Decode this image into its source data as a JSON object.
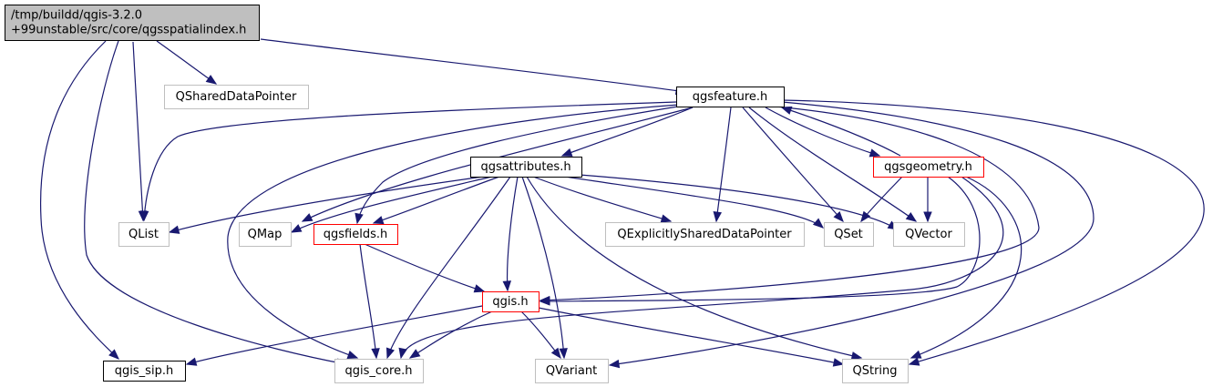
{
  "colors": {
    "edge": "#191970",
    "root_fill": "#bfbfbf",
    "node_default_border": "#000000",
    "node_external_border": "#bfbfbf",
    "node_truncated_border": "#ff0000",
    "background": "#ffffff"
  },
  "nodes": [
    {
      "id": "root",
      "lines": [
        "/tmp/buildd/qgis-3.2.0",
        "+99unstable/src/core/qgsspatialindex.h"
      ],
      "style": "root"
    },
    {
      "id": "qsharedpointer",
      "lines": [
        "QSharedDataPointer"
      ],
      "style": "external"
    },
    {
      "id": "qgsfeature",
      "lines": [
        "qgsfeature.h"
      ],
      "style": "default"
    },
    {
      "id": "qgsattributes",
      "lines": [
        "qgsattributes.h"
      ],
      "style": "default"
    },
    {
      "id": "qgsgeometry",
      "lines": [
        "qgsgeometry.h"
      ],
      "style": "truncated"
    },
    {
      "id": "qlist",
      "lines": [
        "QList"
      ],
      "style": "external"
    },
    {
      "id": "qmap",
      "lines": [
        "QMap"
      ],
      "style": "external"
    },
    {
      "id": "qgsfields",
      "lines": [
        "qgsfields.h"
      ],
      "style": "truncated"
    },
    {
      "id": "qexplicit",
      "lines": [
        "QExplicitlySharedDataPointer"
      ],
      "style": "external"
    },
    {
      "id": "qset",
      "lines": [
        "QSet"
      ],
      "style": "external"
    },
    {
      "id": "qvector",
      "lines": [
        "QVector"
      ],
      "style": "external"
    },
    {
      "id": "qgis",
      "lines": [
        "qgis.h"
      ],
      "style": "truncated"
    },
    {
      "id": "qgissip",
      "lines": [
        "qgis_sip.h"
      ],
      "style": "default"
    },
    {
      "id": "qgiscore",
      "lines": [
        "qgis_core.h"
      ],
      "style": "external"
    },
    {
      "id": "qvariant",
      "lines": [
        "QVariant"
      ],
      "style": "external"
    },
    {
      "id": "qstring",
      "lines": [
        "QString"
      ],
      "style": "external"
    }
  ],
  "edges": [
    [
      "root",
      "qsharedpointer"
    ],
    [
      "root",
      "qgsfeature"
    ],
    [
      "root",
      "qlist"
    ],
    [
      "root",
      "qgissip"
    ],
    [
      "root",
      "qgiscore"
    ],
    [
      "qgsfeature",
      "qgsattributes"
    ],
    [
      "qgsfeature",
      "qgsgeometry"
    ],
    [
      "qgsfeature",
      "qlist"
    ],
    [
      "qgsfeature",
      "qmap"
    ],
    [
      "qgsfeature",
      "qgsfields"
    ],
    [
      "qgsfeature",
      "qexplicit"
    ],
    [
      "qgsfeature",
      "qset"
    ],
    [
      "qgsfeature",
      "qvector"
    ],
    [
      "qgsfeature",
      "qgis"
    ],
    [
      "qgsfeature",
      "qgiscore"
    ],
    [
      "qgsfeature",
      "qvariant"
    ],
    [
      "qgsfeature",
      "qstring"
    ],
    [
      "qgsgeometry",
      "qgsfeature"
    ],
    [
      "qgsgeometry",
      "qset"
    ],
    [
      "qgsgeometry",
      "qvector"
    ],
    [
      "qgsgeometry",
      "qgis"
    ],
    [
      "qgsgeometry",
      "qgiscore"
    ],
    [
      "qgsgeometry",
      "qstring"
    ],
    [
      "qgsattributes",
      "qlist"
    ],
    [
      "qgsattributes",
      "qmap"
    ],
    [
      "qgsattributes",
      "qgsfields"
    ],
    [
      "qgsattributes",
      "qexplicit"
    ],
    [
      "qgsattributes",
      "qset"
    ],
    [
      "qgsattributes",
      "qvector"
    ],
    [
      "qgsattributes",
      "qgis"
    ],
    [
      "qgsattributes",
      "qgiscore"
    ],
    [
      "qgsattributes",
      "qvariant"
    ],
    [
      "qgsattributes",
      "qstring"
    ],
    [
      "qgsfields",
      "qgis"
    ],
    [
      "qgsfields",
      "qgiscore"
    ],
    [
      "qgis",
      "qgissip"
    ],
    [
      "qgis",
      "qgiscore"
    ],
    [
      "qgis",
      "qvariant"
    ],
    [
      "qgis",
      "qstring"
    ]
  ]
}
